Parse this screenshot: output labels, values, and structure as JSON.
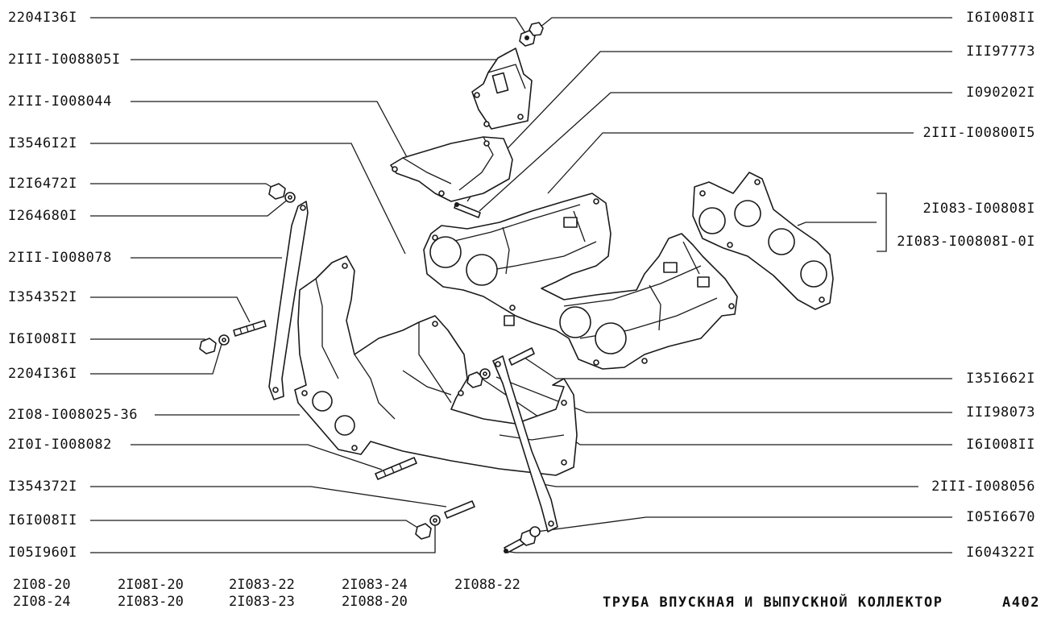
{
  "labels_left": [
    "2204I36I",
    "2III-I008805I",
    "2III-I008044",
    "I3546I2I",
    "I2I6472I",
    "I264680I",
    "2III-I008078",
    "I354352I",
    "I6I008II",
    "2204I36I",
    "2I08-I008025-36",
    "2I0I-I008082",
    "I354372I",
    "I6I008II",
    "I05I960I"
  ],
  "labels_right": [
    "I6I008II",
    "III97773",
    "I090202I",
    "2III-I00800I5",
    "2I083-I00808I",
    "2I083-I00808I-0I",
    "I35I662I",
    "III98073",
    "I6I008II",
    "2III-I008056",
    "I05I6670",
    "I604322I"
  ],
  "models": [
    [
      "2I08-20",
      "2I08-24"
    ],
    [
      "2I08I-20",
      "2I083-20"
    ],
    [
      "2I083-22",
      "2I083-23"
    ],
    [
      "2I083-24",
      "2I088-20"
    ],
    [
      "2I088-22"
    ]
  ],
  "title": "ТРУБА ВПУСКНАЯ И ВЫПУСКНОЙ КОЛЛЕКТОР",
  "page_code": "А402"
}
